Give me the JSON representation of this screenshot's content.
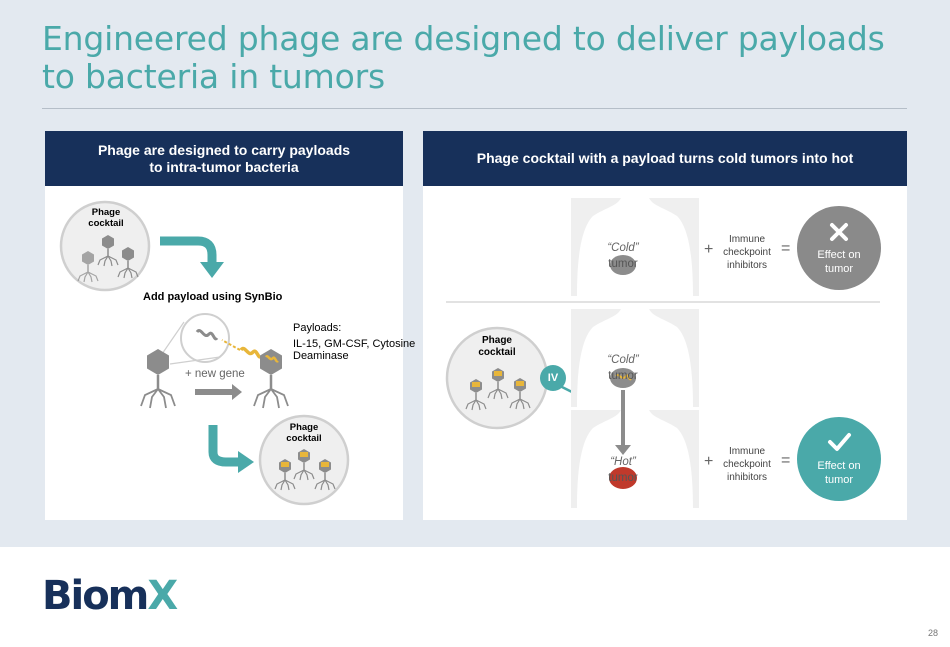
{
  "slide": {
    "title": "Engineered phage are designed to deliver payloads to bacteria in tumors",
    "page_number": "28",
    "logo": {
      "text_main": "Biom",
      "text_accent": "X"
    },
    "colors": {
      "title": "#4aa9a9",
      "header_bg": "#17305a",
      "teal": "#4aa9a9",
      "tumor_red": "#c0392b",
      "gray": "#8a8a8a"
    }
  },
  "left_panel": {
    "header_line1": "Phage are designed to carry payloads",
    "header_line2": "to intra-tumor bacteria",
    "cocktail_top_label": "Phage\ncocktail",
    "add_payload_label": "Add payload using SynBio",
    "payloads_title": "Payloads:",
    "payloads_line1": "IL-15, GM-CSF, Cytosine",
    "payloads_line2": "Deaminase",
    "new_gene_label": "+ new gene",
    "cocktail_bottom_label": "Phage\ncocktail"
  },
  "right_panel": {
    "header": "Phage cocktail with a payload turns cold tumors into hot",
    "top_row": {
      "tumor_label_line1": "“Cold”",
      "tumor_label_line2": "tumor",
      "plus": "+",
      "inhibitors_line1": "Immune",
      "inhibitors_line2": "checkpoint",
      "inhibitors_line3": "inhibitors",
      "equals": "=",
      "effect_icon": "x-icon",
      "effect_line1": "Effect on",
      "effect_line2": "tumor"
    },
    "bottom_row": {
      "cocktail_label": "Phage\ncocktail",
      "route_label": "IV",
      "cold_label_line1": "“Cold”",
      "cold_label_line2": "tumor",
      "hot_label_line1": "“Hot”",
      "hot_label_line2": "tumor",
      "plus": "+",
      "inhibitors_line1": "Immune",
      "inhibitors_line2": "checkpoint",
      "inhibitors_line3": "inhibitors",
      "equals": "=",
      "effect_icon": "check-icon",
      "effect_line1": "Effect on",
      "effect_line2": "tumor"
    }
  }
}
